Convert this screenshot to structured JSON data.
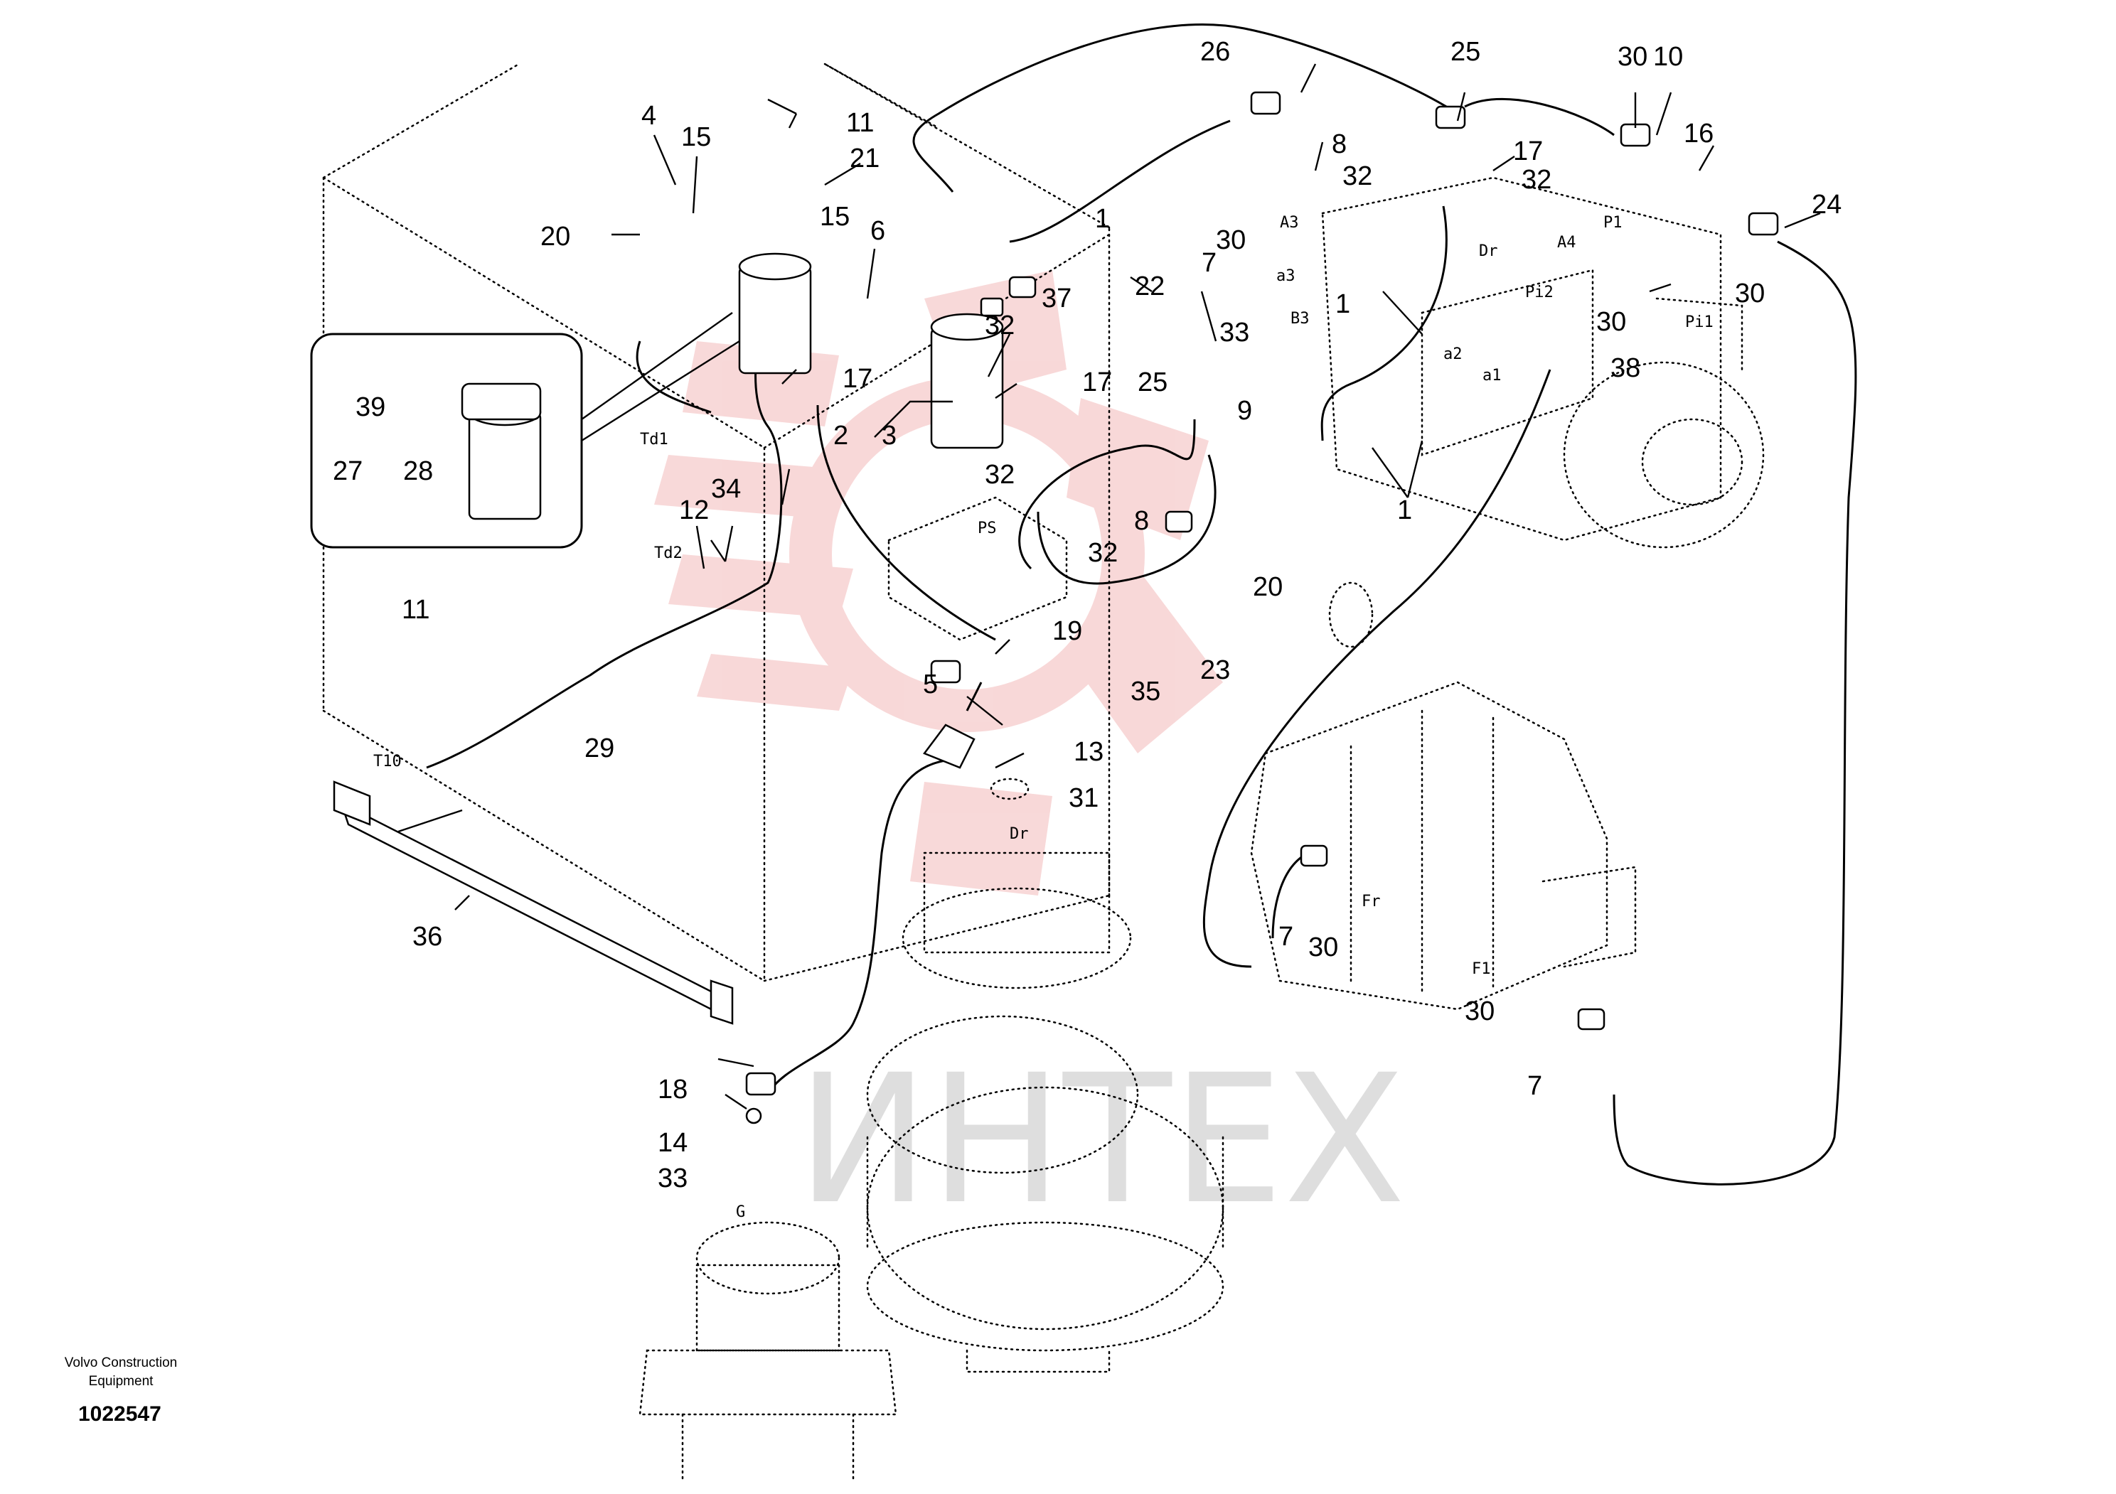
{
  "diagram": {
    "callouts": [
      "1",
      "2",
      "3",
      "4",
      "5",
      "6",
      "7",
      "8",
      "9",
      "10",
      "11",
      "12",
      "13",
      "14",
      "15",
      "16",
      "17",
      "18",
      "19",
      "20",
      "21",
      "22",
      "23",
      "24",
      "25",
      "26",
      "27",
      "28",
      "29",
      "30",
      "31",
      "32",
      "33",
      "34",
      "35",
      "36",
      "37",
      "38",
      "39"
    ],
    "port_labels": [
      "A3",
      "A4",
      "Dr",
      "P1",
      "Pi1",
      "Pi2",
      "a1",
      "a2",
      "a3",
      "B3",
      "Td1",
      "Td2",
      "PS",
      "T10",
      "Dr",
      "G",
      "Fr",
      "F1"
    ],
    "watermark": "ИНТЕХ",
    "colors": {
      "lines": "#000000",
      "watermark_red": "#f4c4c4",
      "watermark_gray": "#d9d9d9",
      "background": "#ffffff"
    }
  },
  "footer": {
    "company_line1": "Volvo Construction",
    "company_line2": "Equipment",
    "drawing_number": "1022547"
  }
}
